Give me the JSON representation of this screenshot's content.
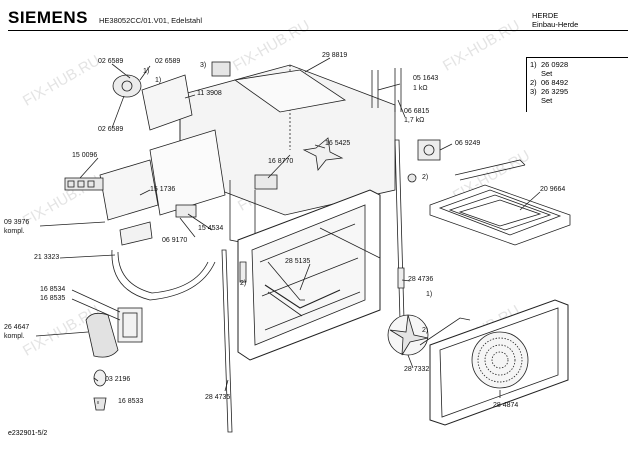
{
  "brand": "SIEMENS",
  "model_line": "HE38052CC/01.V01, Edelstahl",
  "category": {
    "line1": "HERDE",
    "line2": "Einbau-Herde"
  },
  "legend": [
    {
      "no": "1)",
      "part": "26 0928"
    },
    {
      "no": "",
      "part": "Set"
    },
    {
      "no": "2)",
      "part": "06 8492"
    },
    {
      "no": "3)",
      "part": "26 3295"
    },
    {
      "no": "",
      "part": "Set"
    }
  ],
  "doc_ref": "e232901-5/2",
  "watermark": "FIX-HUB.RU",
  "part_labels": {
    "p026589_a": "02 6589",
    "p026589_b": "02 6589",
    "p026589_c": "02 6589",
    "p113908": "11 3908",
    "p298819": "29 8819",
    "p051643": "05 1643",
    "p1k": "1 kΩ",
    "p066815": "06 6815",
    "p17k": "1,7 kΩ",
    "p150096": "15 0096",
    "p165425": "16 5425",
    "p168770": "16 8770",
    "p069249": "06 9249",
    "p151736": "15 1736",
    "p209664": "20 9664",
    "p093976": "09 3976",
    "kompl1": "kompl.",
    "p154534": "15 4534",
    "p069170": "06 9170",
    "p213323": "21 3323",
    "p285135": "28 5135",
    "p168534": "16 8534",
    "p168535": "16 8535",
    "p284736": "28 4736",
    "p264647": "26 4647",
    "kompl2": "kompl.",
    "p032196": "03 2196",
    "p287332": "28 7332",
    "p168533": "16 8533",
    "p284735": "28 4735",
    "p284874": "28 4874",
    "c1a": "1)",
    "c1b": "1)",
    "c1c": "1)",
    "c2a": "2)",
    "c2b": "2)",
    "c2c": "2)",
    "c3": "3)"
  }
}
